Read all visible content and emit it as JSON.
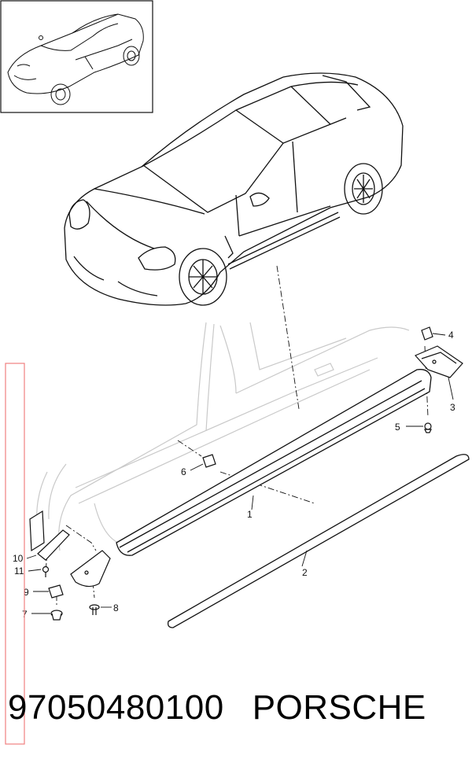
{
  "caption": {
    "part_number": "97050480100",
    "brand": "PORSCHE"
  },
  "callouts": {
    "c1": "1",
    "c2": "2",
    "c3": "3",
    "c4": "4",
    "c5": "5",
    "c6": "6",
    "c7": "7",
    "c8": "8",
    "c9": "9",
    "c10": "10",
    "c11": "11"
  },
  "colors": {
    "line": "#111111",
    "faint_body": "#c9c9c9",
    "highlight_bar": "#f08080"
  }
}
